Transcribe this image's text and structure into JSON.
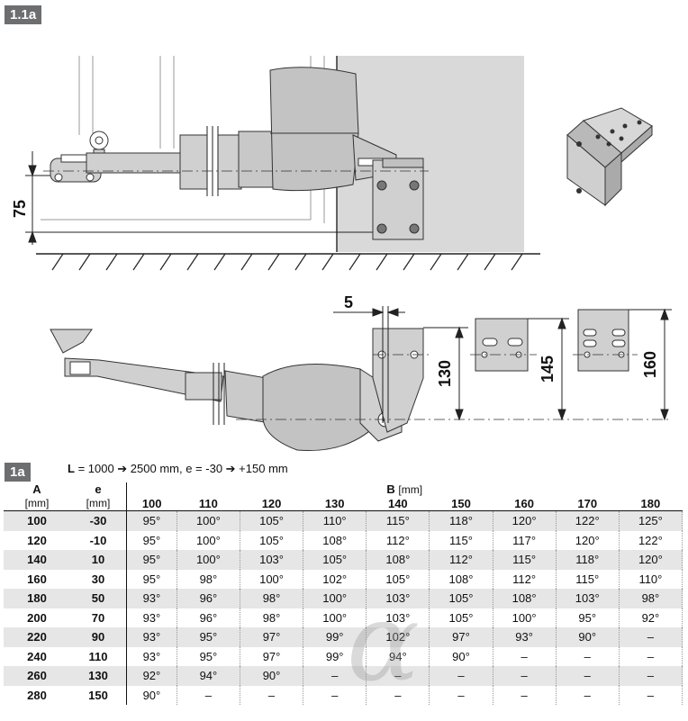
{
  "badges": {
    "top": "1.1a",
    "table": "1a"
  },
  "dimensions": {
    "d75": "75",
    "d5": "5",
    "d130": "130",
    "d145": "145",
    "d160": "160"
  },
  "formula": {
    "L_label": "L",
    "L_text": " = 1000 ➔ 2500 mm, e = -30 ➔ +150 mm"
  },
  "table": {
    "header_A": "A",
    "header_A_unit": "[mm]",
    "header_e": "e",
    "header_e_unit": "[mm]",
    "header_B": "B",
    "header_B_unit": "[mm]",
    "b_values": [
      "100",
      "110",
      "120",
      "130",
      "140",
      "150",
      "160",
      "170",
      "180"
    ],
    "rows": [
      {
        "a": "100",
        "e": "-30",
        "v": [
          "95°",
          "100°",
          "105°",
          "110°",
          "115°",
          "118°",
          "120°",
          "122°",
          "125°"
        ]
      },
      {
        "a": "120",
        "e": "-10",
        "v": [
          "95°",
          "100°",
          "105°",
          "108°",
          "112°",
          "115°",
          "117°",
          "120°",
          "122°"
        ]
      },
      {
        "a": "140",
        "e": "10",
        "v": [
          "95°",
          "100°",
          "103°",
          "105°",
          "108°",
          "112°",
          "115°",
          "118°",
          "120°"
        ]
      },
      {
        "a": "160",
        "e": "30",
        "v": [
          "95°",
          "98°",
          "100°",
          "102°",
          "105°",
          "108°",
          "112°",
          "115°",
          "110°"
        ]
      },
      {
        "a": "180",
        "e": "50",
        "v": [
          "93°",
          "96°",
          "98°",
          "100°",
          "103°",
          "105°",
          "108°",
          "103°",
          "98°"
        ]
      },
      {
        "a": "200",
        "e": "70",
        "v": [
          "93°",
          "96°",
          "98°",
          "100°",
          "103°",
          "105°",
          "100°",
          "95°",
          "92°"
        ]
      },
      {
        "a": "220",
        "e": "90",
        "v": [
          "93°",
          "95°",
          "97°",
          "99°",
          "102°",
          "97°",
          "93°",
          "90°",
          "–"
        ]
      },
      {
        "a": "240",
        "e": "110",
        "v": [
          "93°",
          "95°",
          "97°",
          "99°",
          "94°",
          "90°",
          "–",
          "–",
          "–"
        ]
      },
      {
        "a": "260",
        "e": "130",
        "v": [
          "92°",
          "94°",
          "90°",
          "–",
          "–",
          "–",
          "–",
          "–",
          "–"
        ]
      },
      {
        "a": "280",
        "e": "150",
        "v": [
          "90°",
          "–",
          "–",
          "–",
          "–",
          "–",
          "–",
          "–",
          "–"
        ]
      }
    ]
  }
}
